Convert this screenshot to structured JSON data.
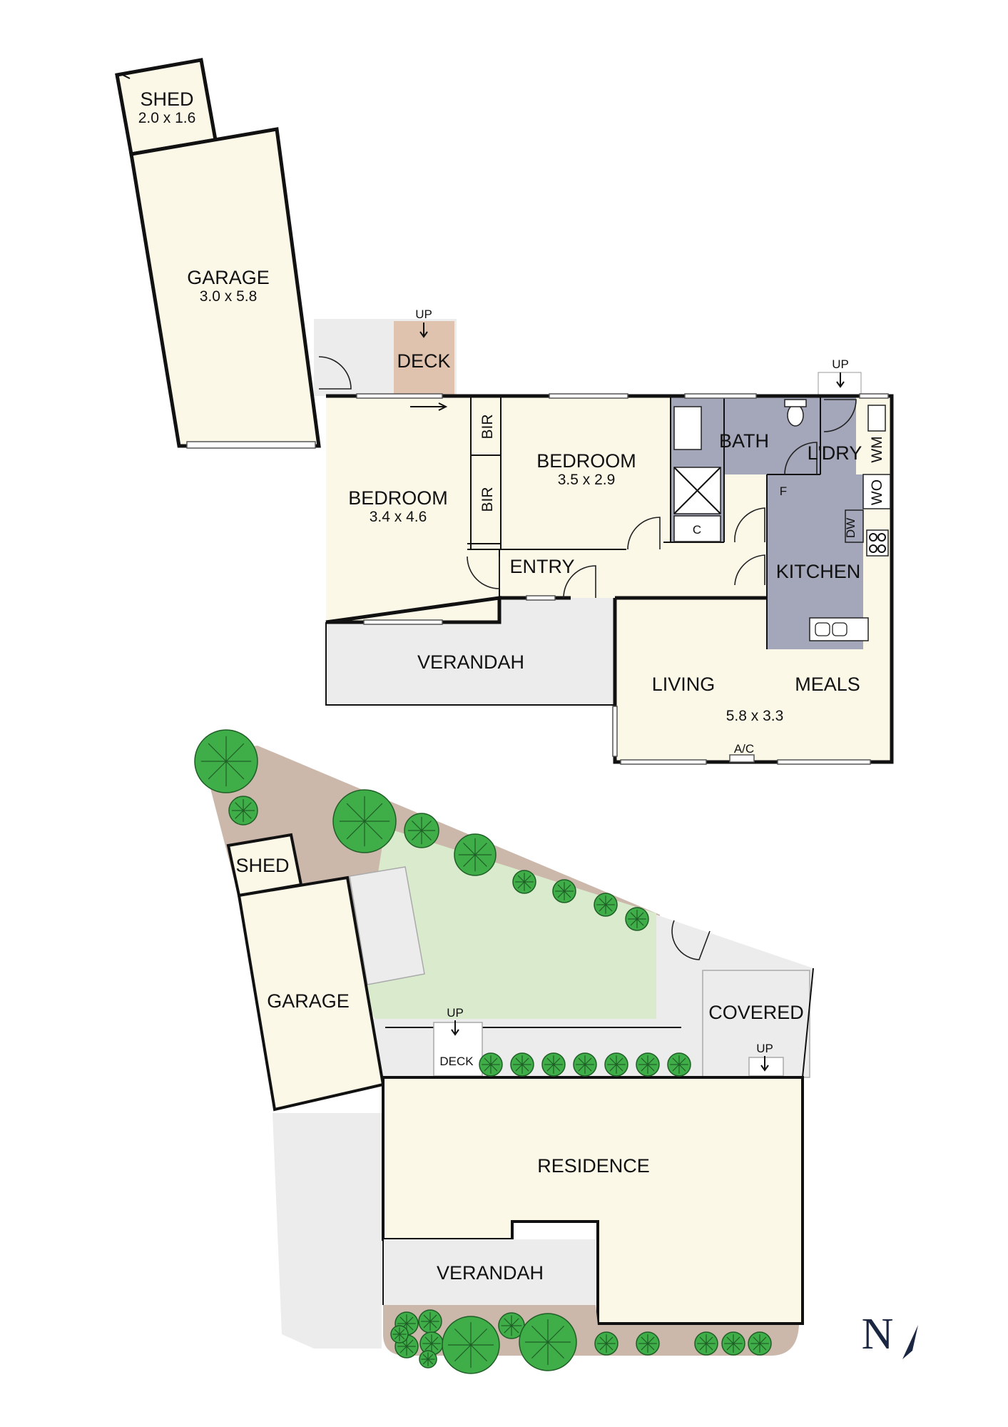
{
  "ground_floor": {
    "rooms": {
      "shed": {
        "name": "SHED",
        "size": "2.0 x 1.6"
      },
      "garage": {
        "name": "GARAGE",
        "size": "3.0 x 5.8"
      },
      "deck": {
        "name": "DECK",
        "stair": "UP"
      },
      "bedroom1": {
        "name": "BEDROOM",
        "size": "3.4 x 4.6"
      },
      "bir1": {
        "name": "BIR"
      },
      "bir2": {
        "name": "BIR"
      },
      "bedroom2": {
        "name": "BEDROOM",
        "size": "3.5 x 2.9"
      },
      "bath": {
        "name": "BATH"
      },
      "laundry": {
        "name": "L'DRY",
        "stair": "UP"
      },
      "wm": {
        "name": "WM"
      },
      "wo": {
        "name": "WO"
      },
      "fridge": {
        "name": "F"
      },
      "dw": {
        "name": "DW"
      },
      "cupboard": {
        "name": "C"
      },
      "kitchen": {
        "name": "KITCHEN"
      },
      "entry": {
        "name": "ENTRY"
      },
      "verandah": {
        "name": "VERANDAH"
      },
      "living": {
        "name": "LIVING"
      },
      "meals": {
        "name": "MEALS"
      },
      "living_meals_size": "5.8 x 3.3",
      "ac": {
        "name": "A/C"
      }
    }
  },
  "site_plan": {
    "shed": "SHED",
    "garage": "GARAGE",
    "deck": "DECK",
    "deck_stair": "UP",
    "covered": "COVERED",
    "covered_stair": "UP",
    "residence": "RESIDENCE",
    "verandah": "VERANDAH"
  },
  "north_label": "N",
  "colors": {
    "room_fill": "#fbf8e8",
    "outdoor": "#ececec",
    "deck": "#dfc3ae",
    "wet": "#a4a6b9",
    "lawn": "#d9ebcc",
    "garden_bed": "#cbb8ab",
    "tree": "#3fae49",
    "wall": "#111111",
    "north": "#1b2642"
  }
}
